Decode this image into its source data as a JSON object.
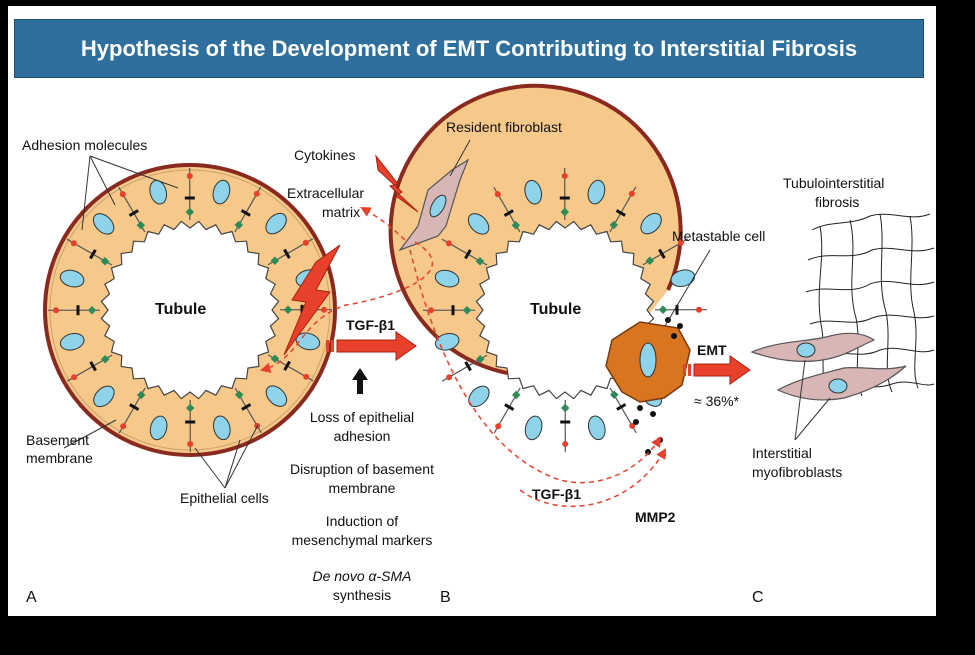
{
  "title": "Hypothesis of the Development of EMT Contributing to Interstitial Fibrosis",
  "panels": {
    "a": "A",
    "b": "B",
    "c": "C"
  },
  "labels": {
    "adhesion_molecules": "Adhesion molecules",
    "tubule_a": "Tubule",
    "basement_membrane_1": "Basement",
    "basement_membrane_2": "membrane",
    "epithelial_cells": "Epithelial cells",
    "cytokines": "Cytokines",
    "ecm_1": "Extracellular",
    "ecm_2": "matrix",
    "resident_fibroblast": "Resident fibroblast",
    "tgf_b1_top": "TGF-β1",
    "tubule_b": "Tubule",
    "metastable_cell": "Metastable cell",
    "emt": "EMT",
    "emt_percent": "≈ 36%*",
    "tgf_b1_bottom": "TGF-β1",
    "mmp2": "MMP2",
    "tubulointerstitial_1": "Tubulointerstitial",
    "tubulointerstitial_2": "fibrosis",
    "myofibroblasts_1": "Interstitial",
    "myofibroblasts_2": "myofibroblasts"
  },
  "steps": [
    "Loss of epithelial",
    "adhesion",
    "Disruption of basement",
    "membrane",
    "Induction of",
    "mesenchymal markers",
    "De novo α-SMA",
    "synthesis"
  ],
  "colors": {
    "banner": "#2f6f9d",
    "epithelium": "#f6c98a",
    "nucleus": "#8fd3ea",
    "membrane": "#8a2a1f",
    "arrow_red": "#e8412b",
    "metastable": "#d9741f",
    "fibroblast": "#d8b6b6"
  }
}
